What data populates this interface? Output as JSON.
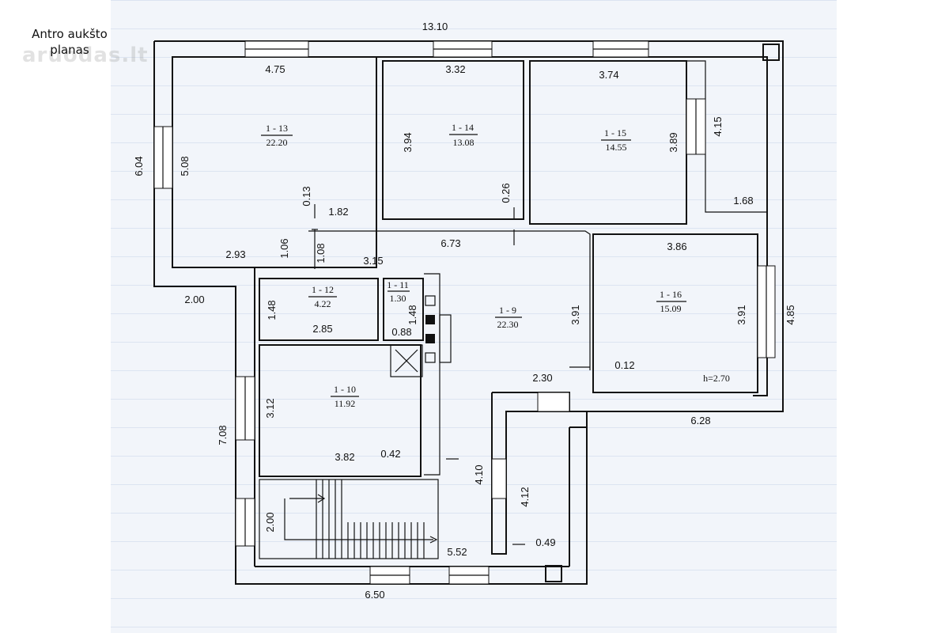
{
  "heading": {
    "line1": "Antro aukšto",
    "line2": "planas"
  },
  "watermark": "aruodas.lt",
  "rooms": [
    {
      "id": "1 - 13",
      "area": "22.20"
    },
    {
      "id": "1 - 14",
      "area": "13.08"
    },
    {
      "id": "1 - 15",
      "area": "14.55"
    },
    {
      "id": "1 - 16",
      "area": "15.09"
    },
    {
      "id": "1 - 12",
      "area": "4.22"
    },
    {
      "id": "1 - 11",
      "area": "1.30"
    },
    {
      "id": "1 - 9",
      "area": "22.30"
    },
    {
      "id": "1 - 10",
      "area": "11.92"
    }
  ],
  "ceiling_height": "h=2.70",
  "dimensions": {
    "top_total": "13.10",
    "d_4_75": "4.75",
    "d_3_32": "3.32",
    "d_3_74": "3.74",
    "d_6_04": "6.04",
    "d_5_08": "5.08",
    "d_3_94": "3.94",
    "d_3_89": "3.89",
    "d_4_15": "4.15",
    "d_0_13": "0.13",
    "d_1_82": "1.82",
    "d_0_26": "0.26",
    "d_1_68": "1.68",
    "d_2_93": "2.93",
    "d_1_06": "1.06",
    "d_1_08": "1.08",
    "d_6_73": "6.73",
    "d_3_86": "3.86",
    "d_3_15": "3.15",
    "d_2_00_a": "2.00",
    "d_1_48_a": "1.48",
    "d_1_48_b": "1.48",
    "d_2_85": "2.85",
    "d_0_88": "0.88",
    "d_3_91_a": "3.91",
    "d_3_91_b": "3.91",
    "d_4_85": "4.85",
    "d_0_12": "0.12",
    "d_2_30": "2.30",
    "d_6_28": "6.28",
    "d_3_12": "3.12",
    "d_7_08": "7.08",
    "d_3_82": "3.82",
    "d_0_42": "0.42",
    "d_4_10": "4.10",
    "d_4_12": "4.12",
    "d_2_00_b": "2.00",
    "d_5_52": "5.52",
    "d_0_49": "0.49",
    "d_6_50": "6.50"
  }
}
